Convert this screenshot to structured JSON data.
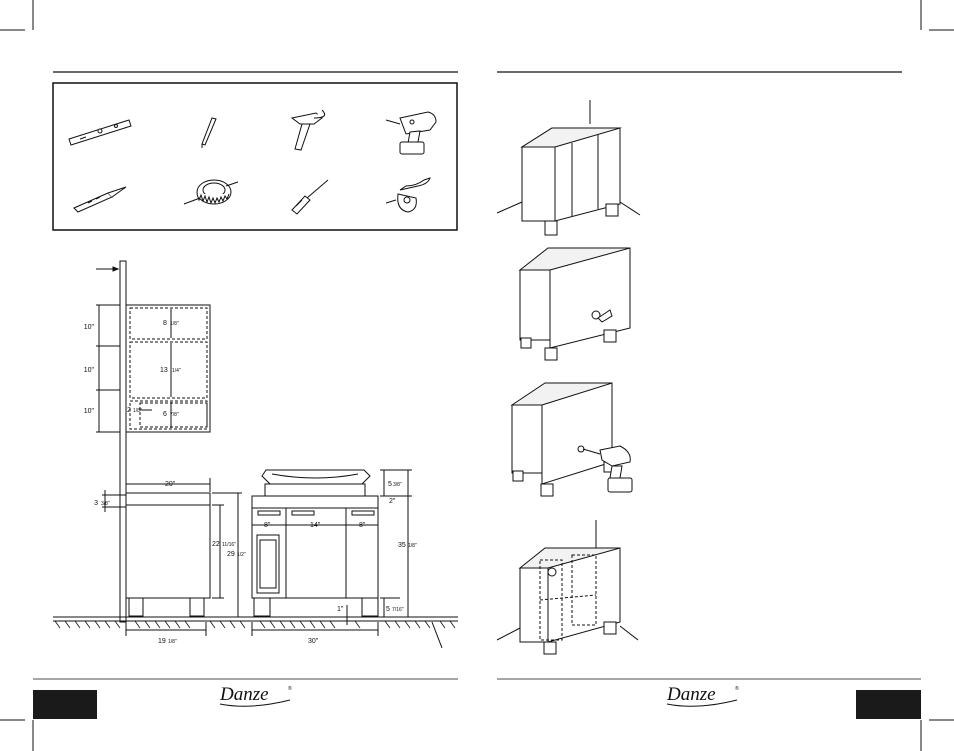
{
  "brand": {
    "logo_text": "Danze",
    "registered_mark": "®"
  },
  "tools": [
    {
      "name": "level-icon"
    },
    {
      "name": "pencil-icon"
    },
    {
      "name": "hammer-icon"
    },
    {
      "name": "power-drill-icon"
    },
    {
      "name": "drill-bit-icon"
    },
    {
      "name": "hole-saw-icon"
    },
    {
      "name": "screwdriver-icon"
    },
    {
      "name": "tape-measure-icon"
    }
  ],
  "wall_cabinet_dims": {
    "spacing_1": "10\"",
    "spacing_2": "10\"",
    "spacing_3": "10\"",
    "top_section": "8",
    "top_section_frac": "1/8\"",
    "middle_section": "13",
    "middle_section_frac": "1/4\"",
    "bottom_section": "6",
    "bottom_section_frac": "7/8\"",
    "side_offset": "2",
    "side_offset_frac": "1/8\""
  },
  "side_view_dims": {
    "depth_top": "20\"",
    "top_thickness": "3",
    "top_thickness_frac": "3/8\"",
    "cabinet_height": "22",
    "cabinet_height_frac": "11/16\"",
    "total_height": "29",
    "total_height_frac": "1/2\"",
    "depth_bottom": "19",
    "depth_bottom_frac": "1/8\""
  },
  "front_view_dims": {
    "basin_height": "5",
    "basin_height_frac": "3/8\"",
    "counter_gap": "2\"",
    "overall_height": "35",
    "overall_height_frac": "1/8\"",
    "left_drawer": "8\"",
    "center_drawer": "14\"",
    "right_drawer": "8\"",
    "leg_offset": "1\"",
    "leg_height": "5",
    "leg_height_frac": "7/16\"",
    "overall_width": "30\""
  },
  "colors": {
    "ink": "#111111",
    "tab": "#1a1a1a",
    "panel_fill": "#e6e6e6"
  }
}
